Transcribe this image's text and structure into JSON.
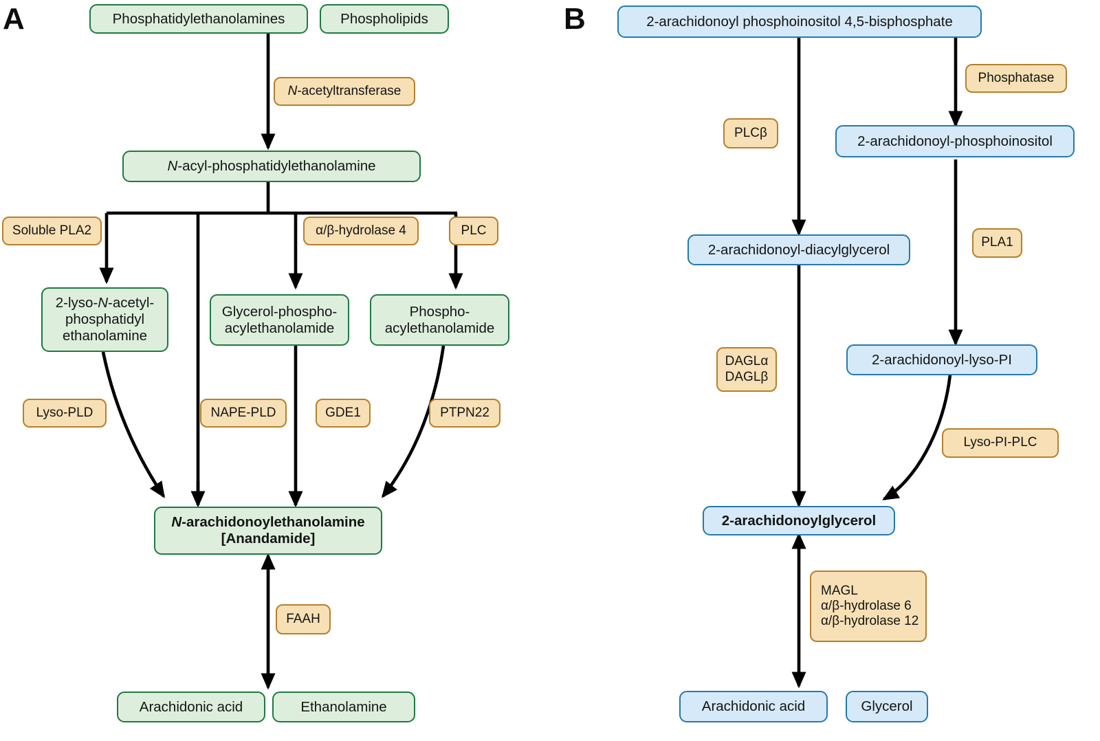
{
  "figure": {
    "title_a_letter": "A",
    "title_b_letter": "B",
    "colors": {
      "metabolite_green_fill": "#ddeedd",
      "metabolite_green_border": "#1d7a41",
      "metabolite_blue_fill": "#d6e9f8",
      "metabolite_blue_border": "#2579ae",
      "enzyme_fill": "#f7e0b5",
      "enzyme_border": "#b5802c",
      "arrow": "#000000"
    }
  },
  "panel_a": {
    "letter": "A",
    "metabolites": {
      "phosphatidylethanolamines": "Phosphatidylethanolamines",
      "phospholipids": "Phospholipids",
      "nape_line": "-acyl-phosphatidylethanolamine",
      "nape_italic_n": "N",
      "lyso_line1_pre": "2-lyso-",
      "lyso_line1_italic_n": "N",
      "lyso_line1_post": "-acetyl-",
      "lyso_line2": "phosphatidyl",
      "lyso_line3": "ethanolamine",
      "gpae_line1": "Glycerol-phospho-",
      "gpae_line2": "acylethanolamide",
      "pae_line1": "Phospho-",
      "pae_line2": "acylethanolamide",
      "anandamide_italic_n": "N",
      "anandamide_line1_post": "-arachidonoylethanolamine",
      "anandamide_line2": "[Anandamide]",
      "arachidonic_acid": "Arachidonic acid",
      "ethanolamine": "Ethanolamine"
    },
    "enzymes": {
      "n_acetyltransferase_italic_n": "N",
      "n_acetyltransferase_post": "-acetyltransferase",
      "soluble_pla2": "Soluble PLA2",
      "ab_hydrolase4": "α/β-hydrolase 4",
      "plc": "PLC",
      "lyso_pld": "Lyso-PLD",
      "nape_pld": "NAPE-PLD",
      "gde1": "GDE1",
      "ptpn22": "PTPN22",
      "faah": "FAAH"
    }
  },
  "panel_b": {
    "letter": "B",
    "metabolites": {
      "pip2": "2-arachidonoyl phosphoinositol 4,5-bisphosphate",
      "pi": "2-arachidonoyl-phosphoinositol",
      "dag": "2-arachidonoyl-diacylglycerol",
      "lyso_pi": "2-arachidonoyl-lyso-PI",
      "two_ag": "2-arachidonoylglycerol",
      "arachidonic_acid": "Arachidonic acid",
      "glycerol": "Glycerol"
    },
    "enzymes": {
      "phosphatase": "Phosphatase",
      "plcbeta": "PLCβ",
      "pla1": "PLA1",
      "dagl_line1": "DAGLα",
      "dagl_line2": "DAGLβ",
      "lyso_pi_plc": "Lyso-PI-PLC",
      "magl_line1": "MAGL",
      "magl_line2": "α/β-hydrolase 6",
      "magl_line3": "α/β-hydrolase 12"
    }
  }
}
